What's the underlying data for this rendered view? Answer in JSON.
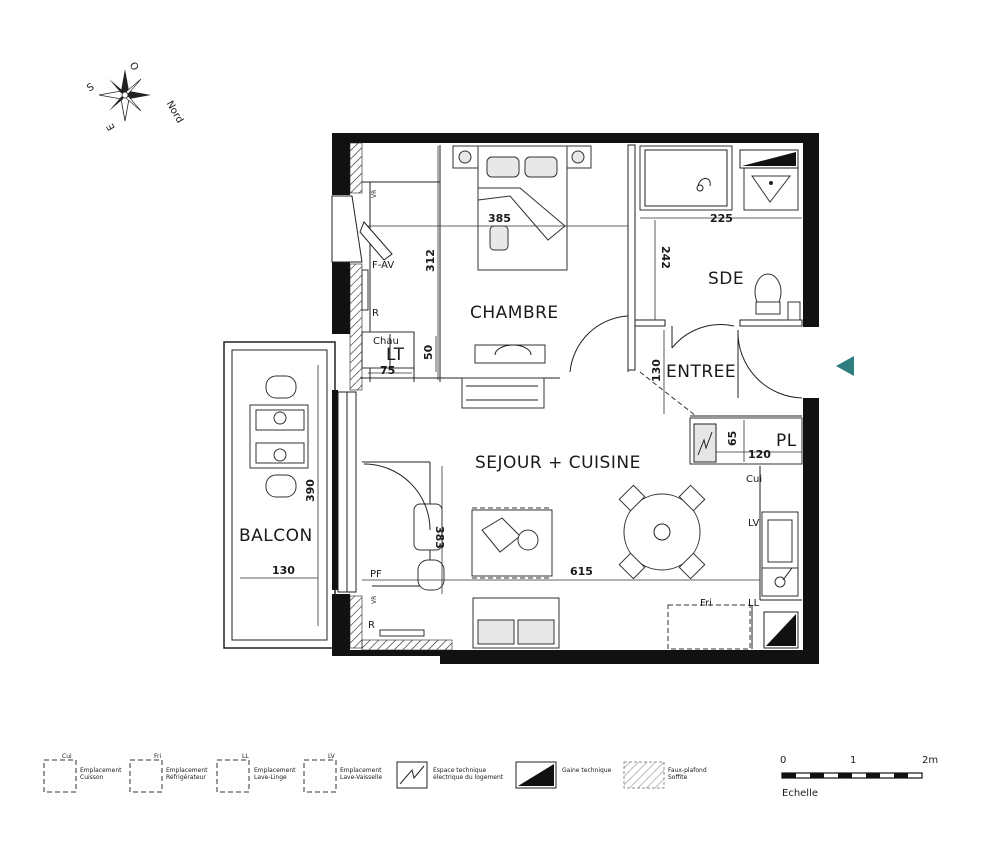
{
  "compass": {
    "s": "S",
    "o": "O",
    "e": "E",
    "nord": "Nord"
  },
  "rooms": {
    "chambre": "CHAMBRE",
    "sde": "SDE",
    "entree": "ENTREE",
    "sejour": "SEJOUR + CUISINE",
    "balcon": "BALCON",
    "pl": "PL"
  },
  "dimensions": {
    "chambre_width": "385",
    "chambre_depth": "312",
    "sde_width": "225",
    "sde_depth": "242",
    "entree_depth": "130",
    "pl_width": "120",
    "pl_depth": "65",
    "sejour_width": "615",
    "sejour_depth": "383",
    "balcon_width": "130",
    "balcon_depth": "390",
    "lt_width": "75",
    "lt_depth": "50"
  },
  "fixture_labels": {
    "vr_top": "VR",
    "fav": "F-AV",
    "r_top": "R",
    "chau": "Chau",
    "lt": "LT",
    "vr_bottom": "VR",
    "pf": "PF",
    "r_bottom": "R",
    "cui": "Cui",
    "lv": "LV",
    "fri": "Fri",
    "ll": "LL"
  },
  "legend": [
    {
      "code": "Cui",
      "line1": "Emplacement",
      "line2": "Cuisson"
    },
    {
      "code": "Fri",
      "line1": "Emplacement",
      "line2": "Réfrigérateur"
    },
    {
      "code": "LL",
      "line1": "Emplacement",
      "line2": "Lave-Linge"
    },
    {
      "code": "LV",
      "line1": "Emplacement",
      "line2": "Lave-Vaisselle"
    },
    {
      "code": "",
      "line1": "Espace technique",
      "line2": "électrique du logement"
    },
    {
      "code": "",
      "line1": "Gaine technique",
      "line2": ""
    },
    {
      "code": "",
      "line1": "Faux-plafond",
      "line2": "Soffite"
    }
  ],
  "scale": {
    "zero": "0",
    "one": "1",
    "two": "2m",
    "label": "Echelle"
  },
  "colors": {
    "wall": "#111111",
    "entry_arrow": "#2e7d7f",
    "line": "#222222"
  }
}
